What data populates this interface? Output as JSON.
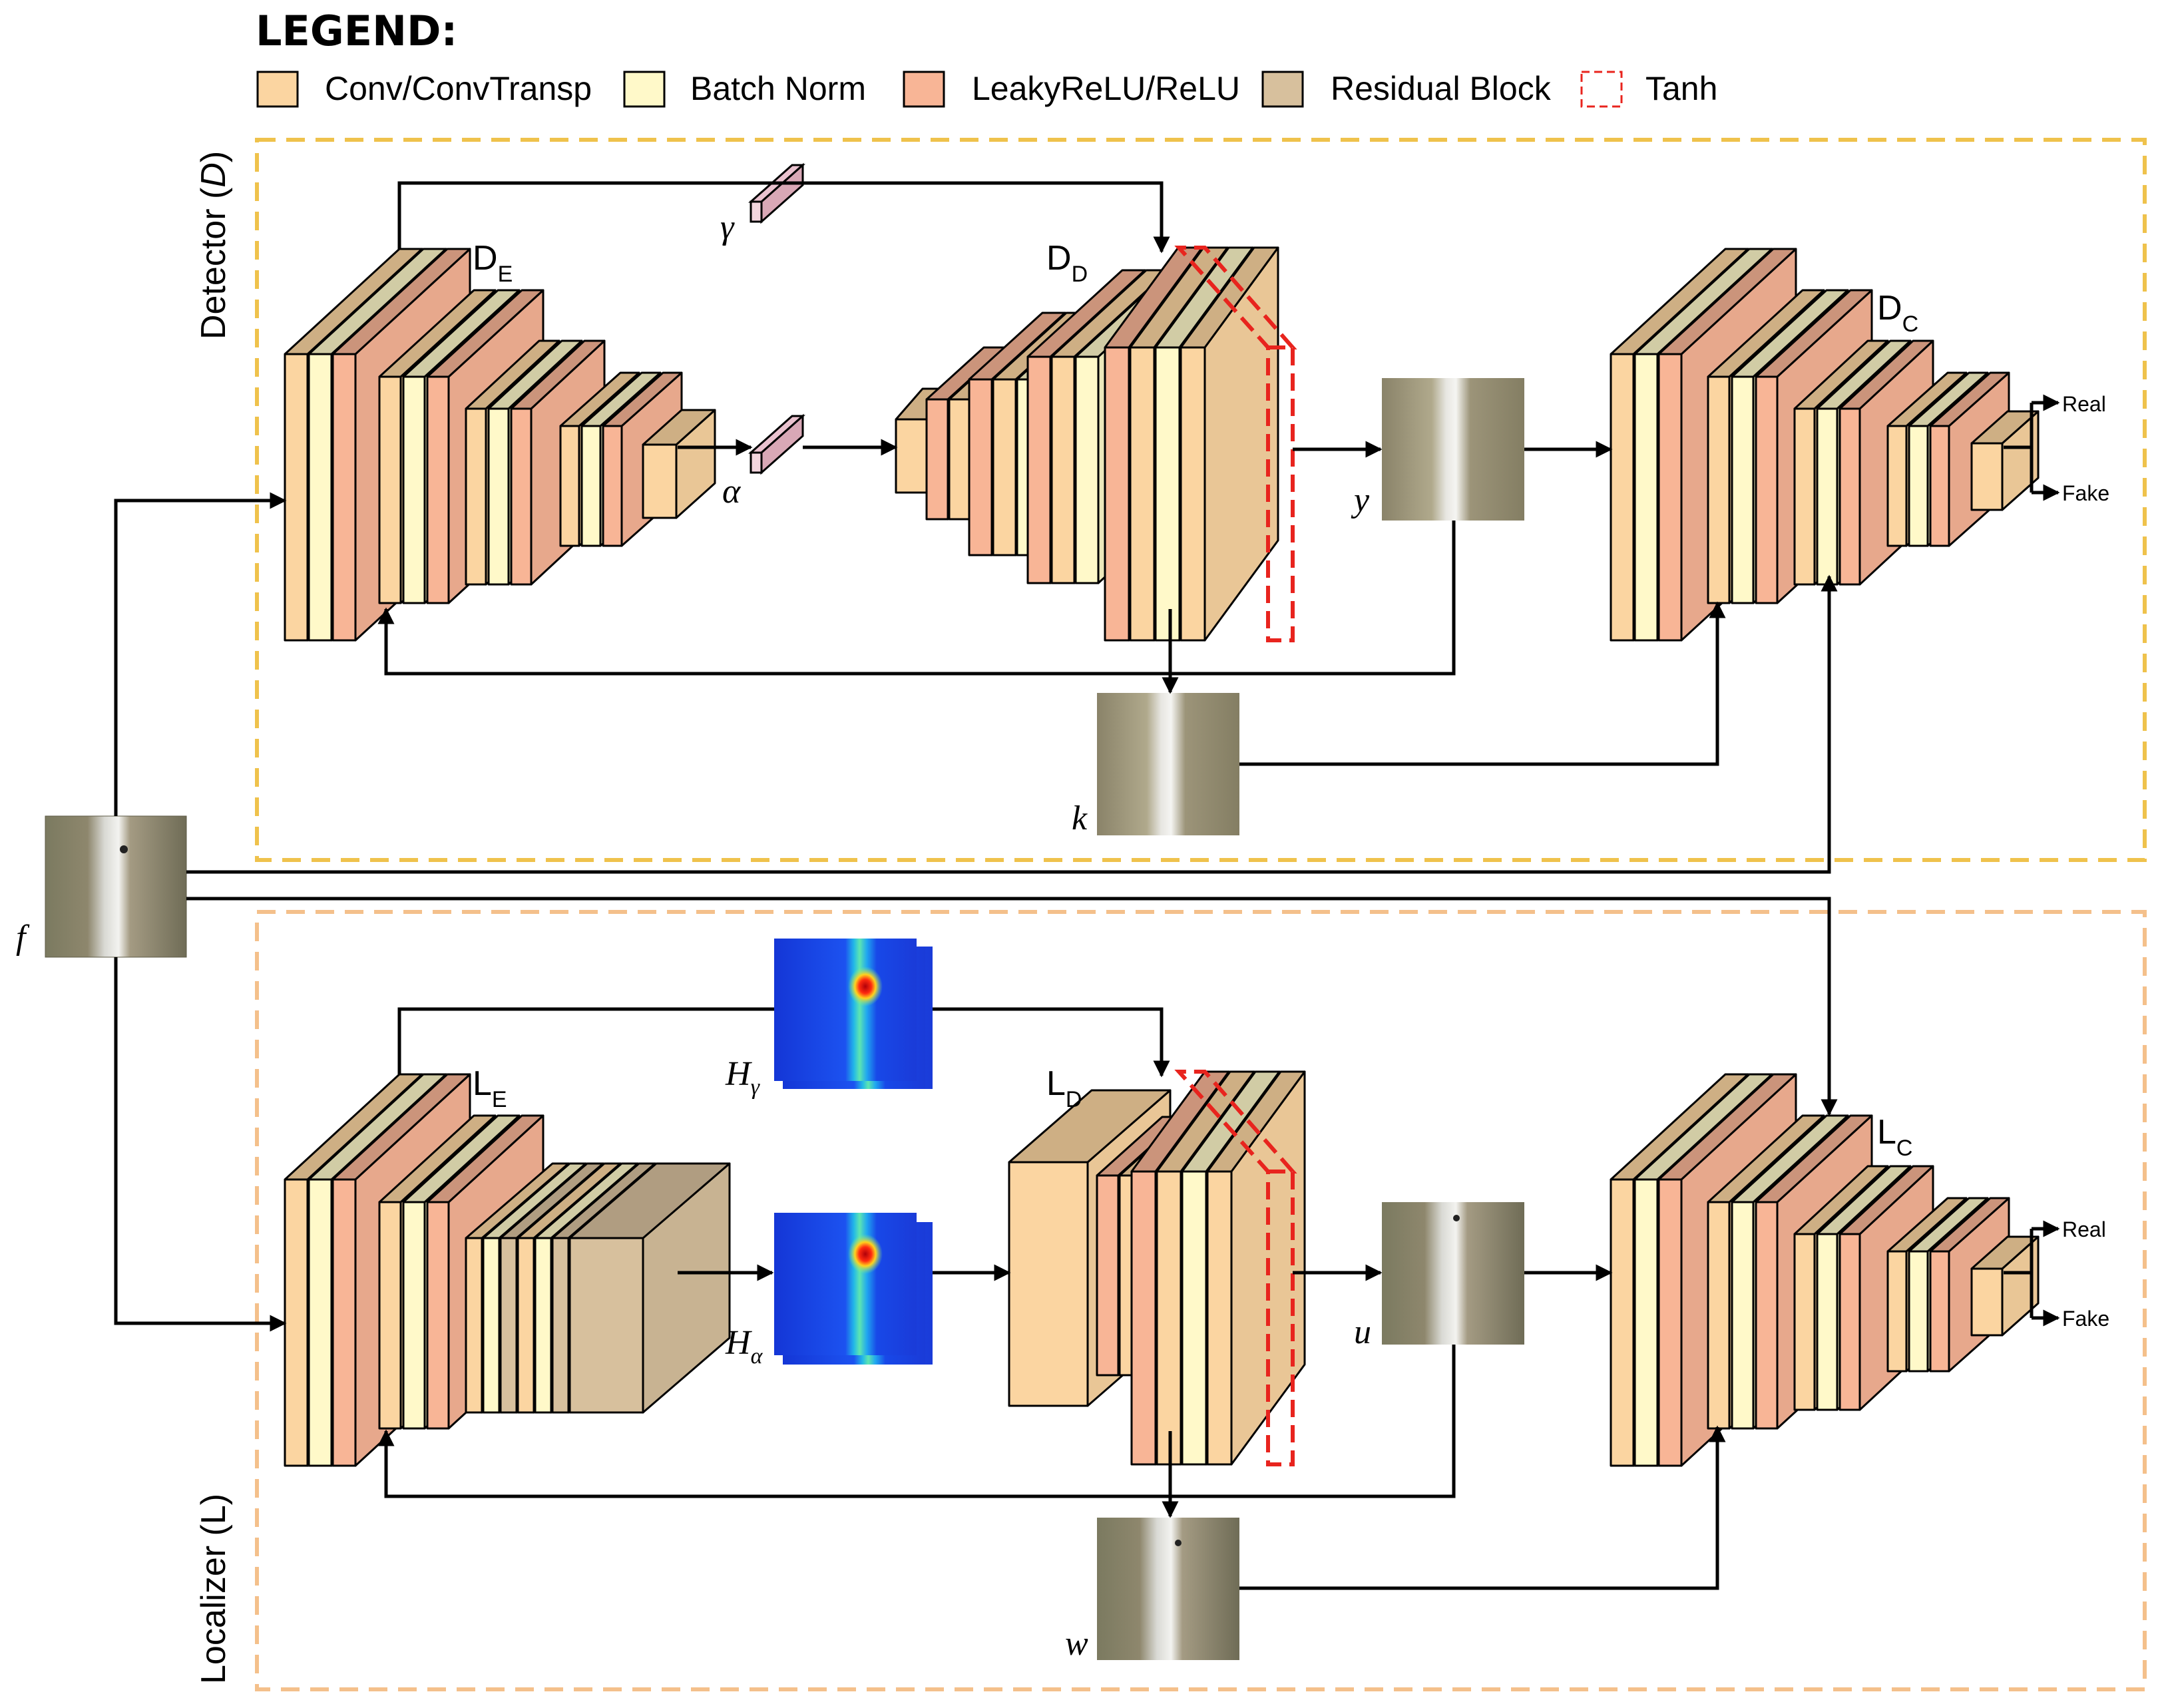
{
  "legend": {
    "title": "LEGEND:",
    "items": [
      {
        "label": "Conv/ConvTransp",
        "color": "#FBD5A1"
      },
      {
        "label": "Batch Norm",
        "color": "#FFF9C9"
      },
      {
        "label": "LeakyReLU/ReLU",
        "color": "#F8B596"
      },
      {
        "label": "Residual Block",
        "color": "#D7C09D"
      },
      {
        "label": "Tanh",
        "color": "#E8241E"
      }
    ]
  },
  "detector": {
    "title_main": "Detector (",
    "title_var": "D",
    "title_end": ")",
    "frame_color": "#EFC24C",
    "encoder": {
      "main": "D",
      "sub": "E"
    },
    "decoder": {
      "main": "D",
      "sub": "D"
    },
    "critic": {
      "main": "D",
      "sub": "C"
    },
    "gamma": "γ",
    "alpha": "α",
    "y": "y",
    "k": "k",
    "real": "Real",
    "fake": "Fake"
  },
  "localizer": {
    "title": "Localizer (L)",
    "frame_color": "#F4C08B",
    "encoder": {
      "main": "L",
      "sub": "E"
    },
    "decoder": {
      "main": "L",
      "sub": "D"
    },
    "critic": {
      "main": "L",
      "sub": "C"
    },
    "h_gamma": {
      "main": "H",
      "sub": "γ"
    },
    "h_alpha": {
      "main": "H",
      "sub": "α"
    },
    "u": "u",
    "w": "w",
    "real": "Real",
    "fake": "Fake"
  },
  "input": {
    "f": "f"
  }
}
